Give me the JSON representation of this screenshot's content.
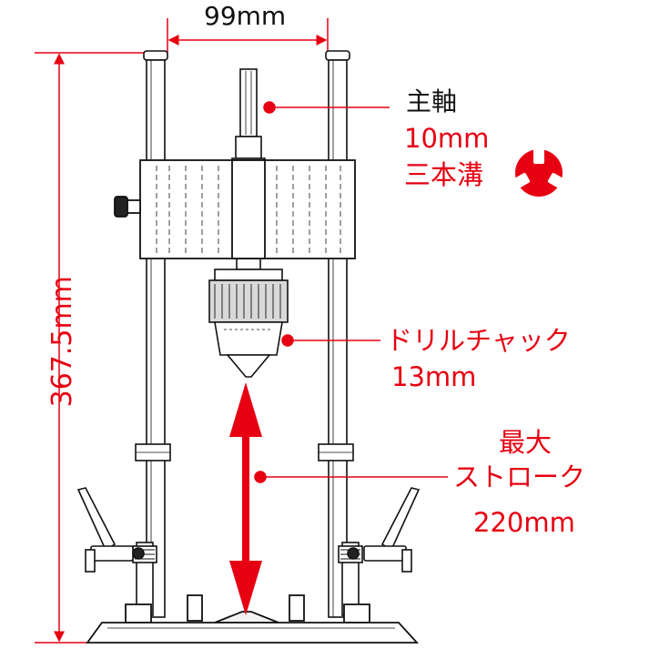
{
  "dimensions": {
    "width_label": "99mm",
    "height_label": "367.5mm"
  },
  "callouts": {
    "spindle": {
      "title": "主軸",
      "line1": "10mm",
      "line2": "三本溝"
    },
    "chuck": {
      "line1": "ドリルチャック",
      "line2": "13mm"
    },
    "stroke": {
      "line1": "最大",
      "line2": "ストローク",
      "line3": "220mm"
    }
  },
  "colors": {
    "accent": "#e60012",
    "line": "#111111",
    "fill_light": "#f2f2f2"
  },
  "icons": {
    "spindle_cross_section": "three-groove-shaft-icon"
  }
}
